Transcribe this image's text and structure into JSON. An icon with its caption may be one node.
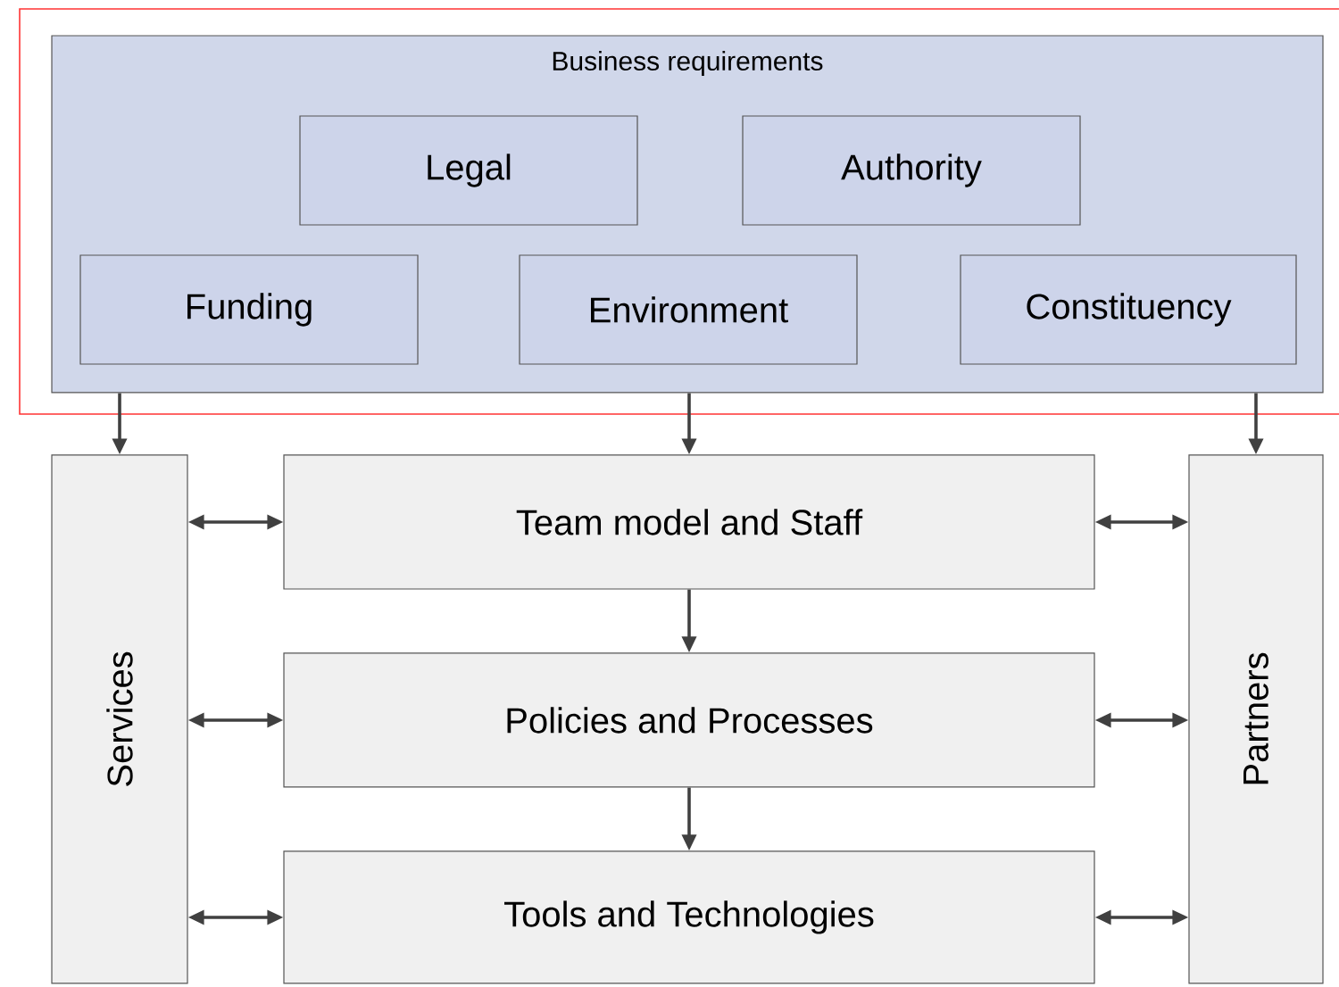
{
  "diagram": {
    "nodes": [
      {
        "text": [
          "Business requirements"
        ]
      },
      {
        "text": [
          "Legal"
        ],
        "in": 0
      },
      {
        "text": [
          "Authority"
        ],
        "in": 0
      },
      {
        "text": [
          "Funding"
        ],
        "in": 0
      },
      {
        "text": [
          "Environment"
        ],
        "in": 0
      },
      {
        "text": [
          "Constituency"
        ],
        "in": 0
      },
      {
        "text": [
          "Services"
        ]
      },
      {
        "text": [
          "Team model and Staff"
        ]
      },
      {
        "text": [
          "Policies and Processes"
        ]
      },
      {
        "text": [
          "Tools and Technologies"
        ]
      },
      {
        "text": [
          "Partners"
        ]
      }
    ],
    "edges": [
      {
        "from": 0,
        "to": 6,
        "arrow": "to"
      },
      {
        "from": 0,
        "to": 7,
        "arrow": "to"
      },
      {
        "from": 0,
        "to": 10,
        "arrow": "to"
      },
      {
        "from": 7,
        "to": 8,
        "arrow": "to"
      },
      {
        "from": 8,
        "to": 9,
        "arrow": "to"
      },
      {
        "from": 6,
        "to": 7,
        "arrow": "both"
      },
      {
        "from": 6,
        "to": 8,
        "arrow": "both"
      },
      {
        "from": 6,
        "to": 9,
        "arrow": "both"
      },
      {
        "from": 7,
        "to": 10,
        "arrow": "both"
      },
      {
        "from": 8,
        "to": 10,
        "arrow": "both"
      },
      {
        "from": 9,
        "to": 10,
        "arrow": "both"
      }
    ]
  }
}
